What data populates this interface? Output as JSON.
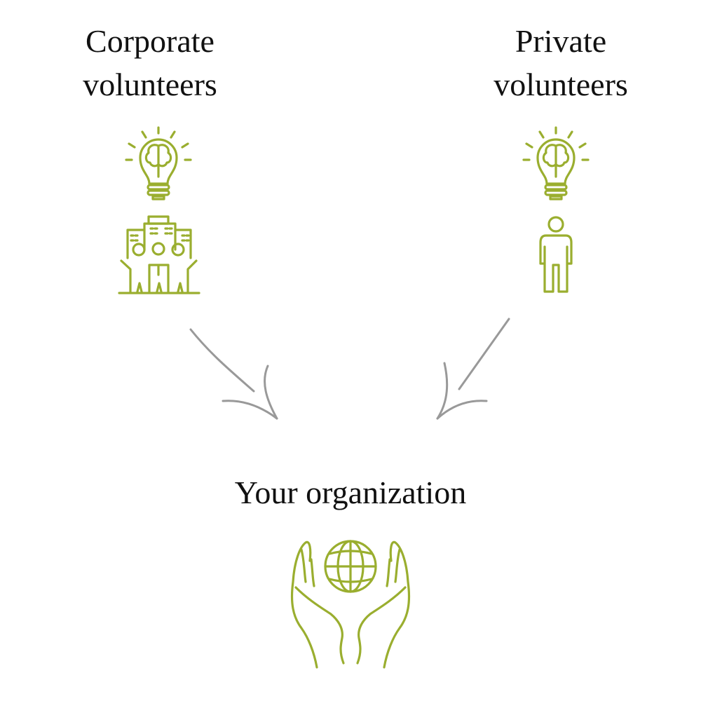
{
  "nodes": {
    "corporate": {
      "line1": "Corporate",
      "line2": "volunteers"
    },
    "private": {
      "line1": "Private",
      "line2": "volunteers"
    },
    "organization": {
      "label": "Your organization"
    }
  },
  "colors": {
    "icon": "#9aae2f",
    "arrow": "#999999",
    "text": "#111111"
  }
}
